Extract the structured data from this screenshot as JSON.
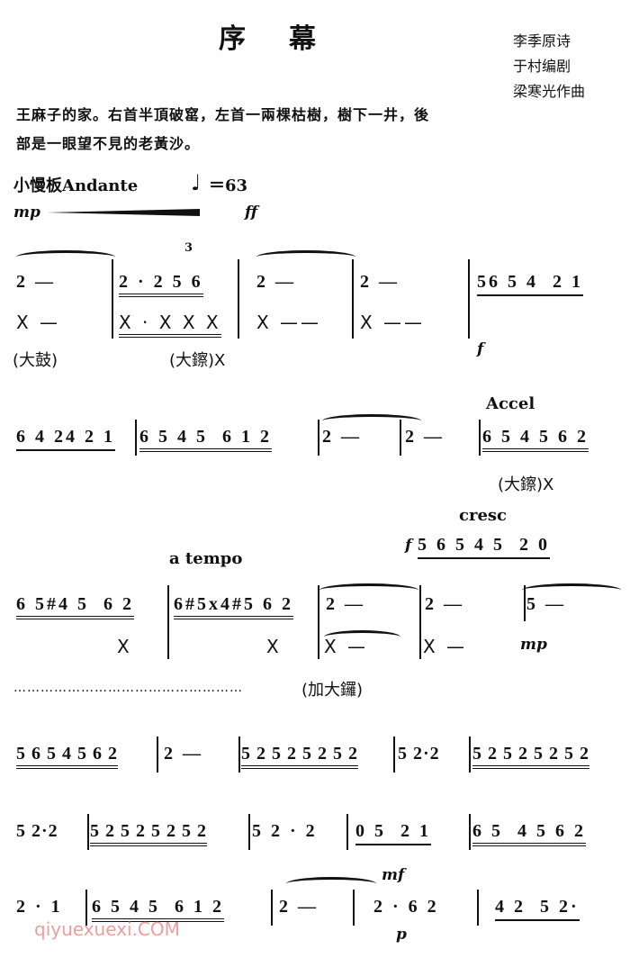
{
  "title": "序幕",
  "credits": [
    "李季原诗",
    "于村编剧",
    "梁寒光作曲"
  ],
  "description": [
    "王麻子的家。右首半頂破窰，左首一兩棵枯樹，樹下一井，後",
    "部是一眼望不見的老黃沙。"
  ],
  "tempo": {
    "marking": "小慢板Andante",
    "note": "♩",
    "bpm": "＝63"
  },
  "dynamics": {
    "start": "mp",
    "end": "ff",
    "f1": "f",
    "mp2": "mp",
    "mf": "mf",
    "p": "p",
    "f2": "f"
  },
  "expressions": {
    "accel": "Accel",
    "a_tempo": "a tempo",
    "cresc": "cresc",
    "triplet": "3"
  },
  "systems": [
    {
      "upper": [
        "2 —",
        "2 · 2 5 6",
        "2 —",
        "2 —",
        "56 5 4  2 1"
      ],
      "lower": [
        "X —",
        "X · X X X",
        "X ——",
        "X ——"
      ],
      "labels": [
        "(大鼓)",
        "(大鑔)X"
      ]
    },
    {
      "upper": [
        "6 4 24 2 1",
        "6 5 4 5  6 1 2",
        "2 —",
        "2 —",
        "6 5 4 5 6 2"
      ],
      "labels": [
        "(大鑔)X"
      ]
    },
    {
      "upper": [
        "6 5#4 5  6 2",
        "6#5x4#5 6 2",
        "2 —",
        "2 —",
        "5 —"
      ],
      "above": "5 6 5 4 5  2 0",
      "lower": [
        "X",
        "X",
        "X —",
        "X —"
      ],
      "dotted": "……………………………………………",
      "labels": [
        "(加大鑼)"
      ]
    },
    {
      "upper": [
        "5 6 5 4 5 6 2",
        "2 —",
        "5 2 5 2 5 2 5 2",
        "5 2·2",
        "5 2 5 2 5 2 5 2"
      ]
    },
    {
      "upper": [
        "5 2·2",
        "5 2 5 2 5 2 5 2",
        "5 2 · 2",
        "0 5  2 1",
        "6 5  4 5 6 2"
      ]
    },
    {
      "upper": [
        "2 · 1",
        "6 5 4 5  6 1 2",
        "2 —",
        "2 · 6 2",
        "4 2  5 2·"
      ]
    }
  ],
  "watermark": "qiyuexuexi.COM"
}
